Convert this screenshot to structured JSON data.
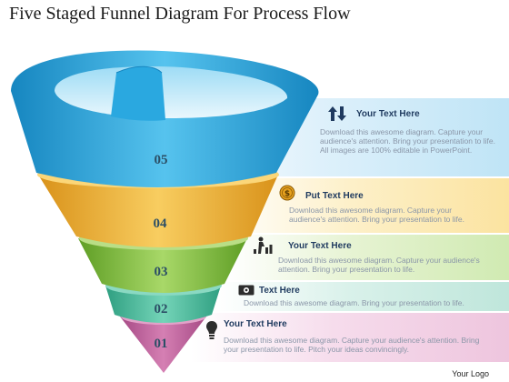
{
  "title": "Five Staged Funnel Diagram For Process Flow",
  "colors": {
    "s05": "#2aa8e0",
    "s04": "#f2b632",
    "s03": "#8cc63f",
    "s02": "#4fbf9f",
    "s01": "#c25d9a",
    "number_text": "#2c4f66"
  },
  "stages": [
    {
      "number": "05",
      "heading": "Your Text Here",
      "icon": "arrows-up-down-icon",
      "description": "Download this awesome diagram. Capture your audience's attention. Bring your presentation to life. All images are 100% editable in PowerPoint."
    },
    {
      "number": "04",
      "heading": "Put Text Here",
      "icon": "dollar-coin-icon",
      "description": "Download this awesome diagram. Capture your audience's attention. Bring your presentation to life."
    },
    {
      "number": "03",
      "heading": "Your Text Here",
      "icon": "growth-chart-person-icon",
      "description": "Download this awesome diagram. Capture your audience's attention. Bring your presentation to life."
    },
    {
      "number": "02",
      "heading": "Text Here",
      "icon": "money-bill-icon",
      "description": "Download this awesome diagram. Bring your presentation to life."
    },
    {
      "number": "01",
      "heading": "Your Text Here",
      "icon": "light-bulb-icon",
      "description": "Download this awesome diagram. Capture your audience's attention. Bring your presentation to life. Pitch your ideas convincingly."
    }
  ],
  "footer": "Your Logo"
}
